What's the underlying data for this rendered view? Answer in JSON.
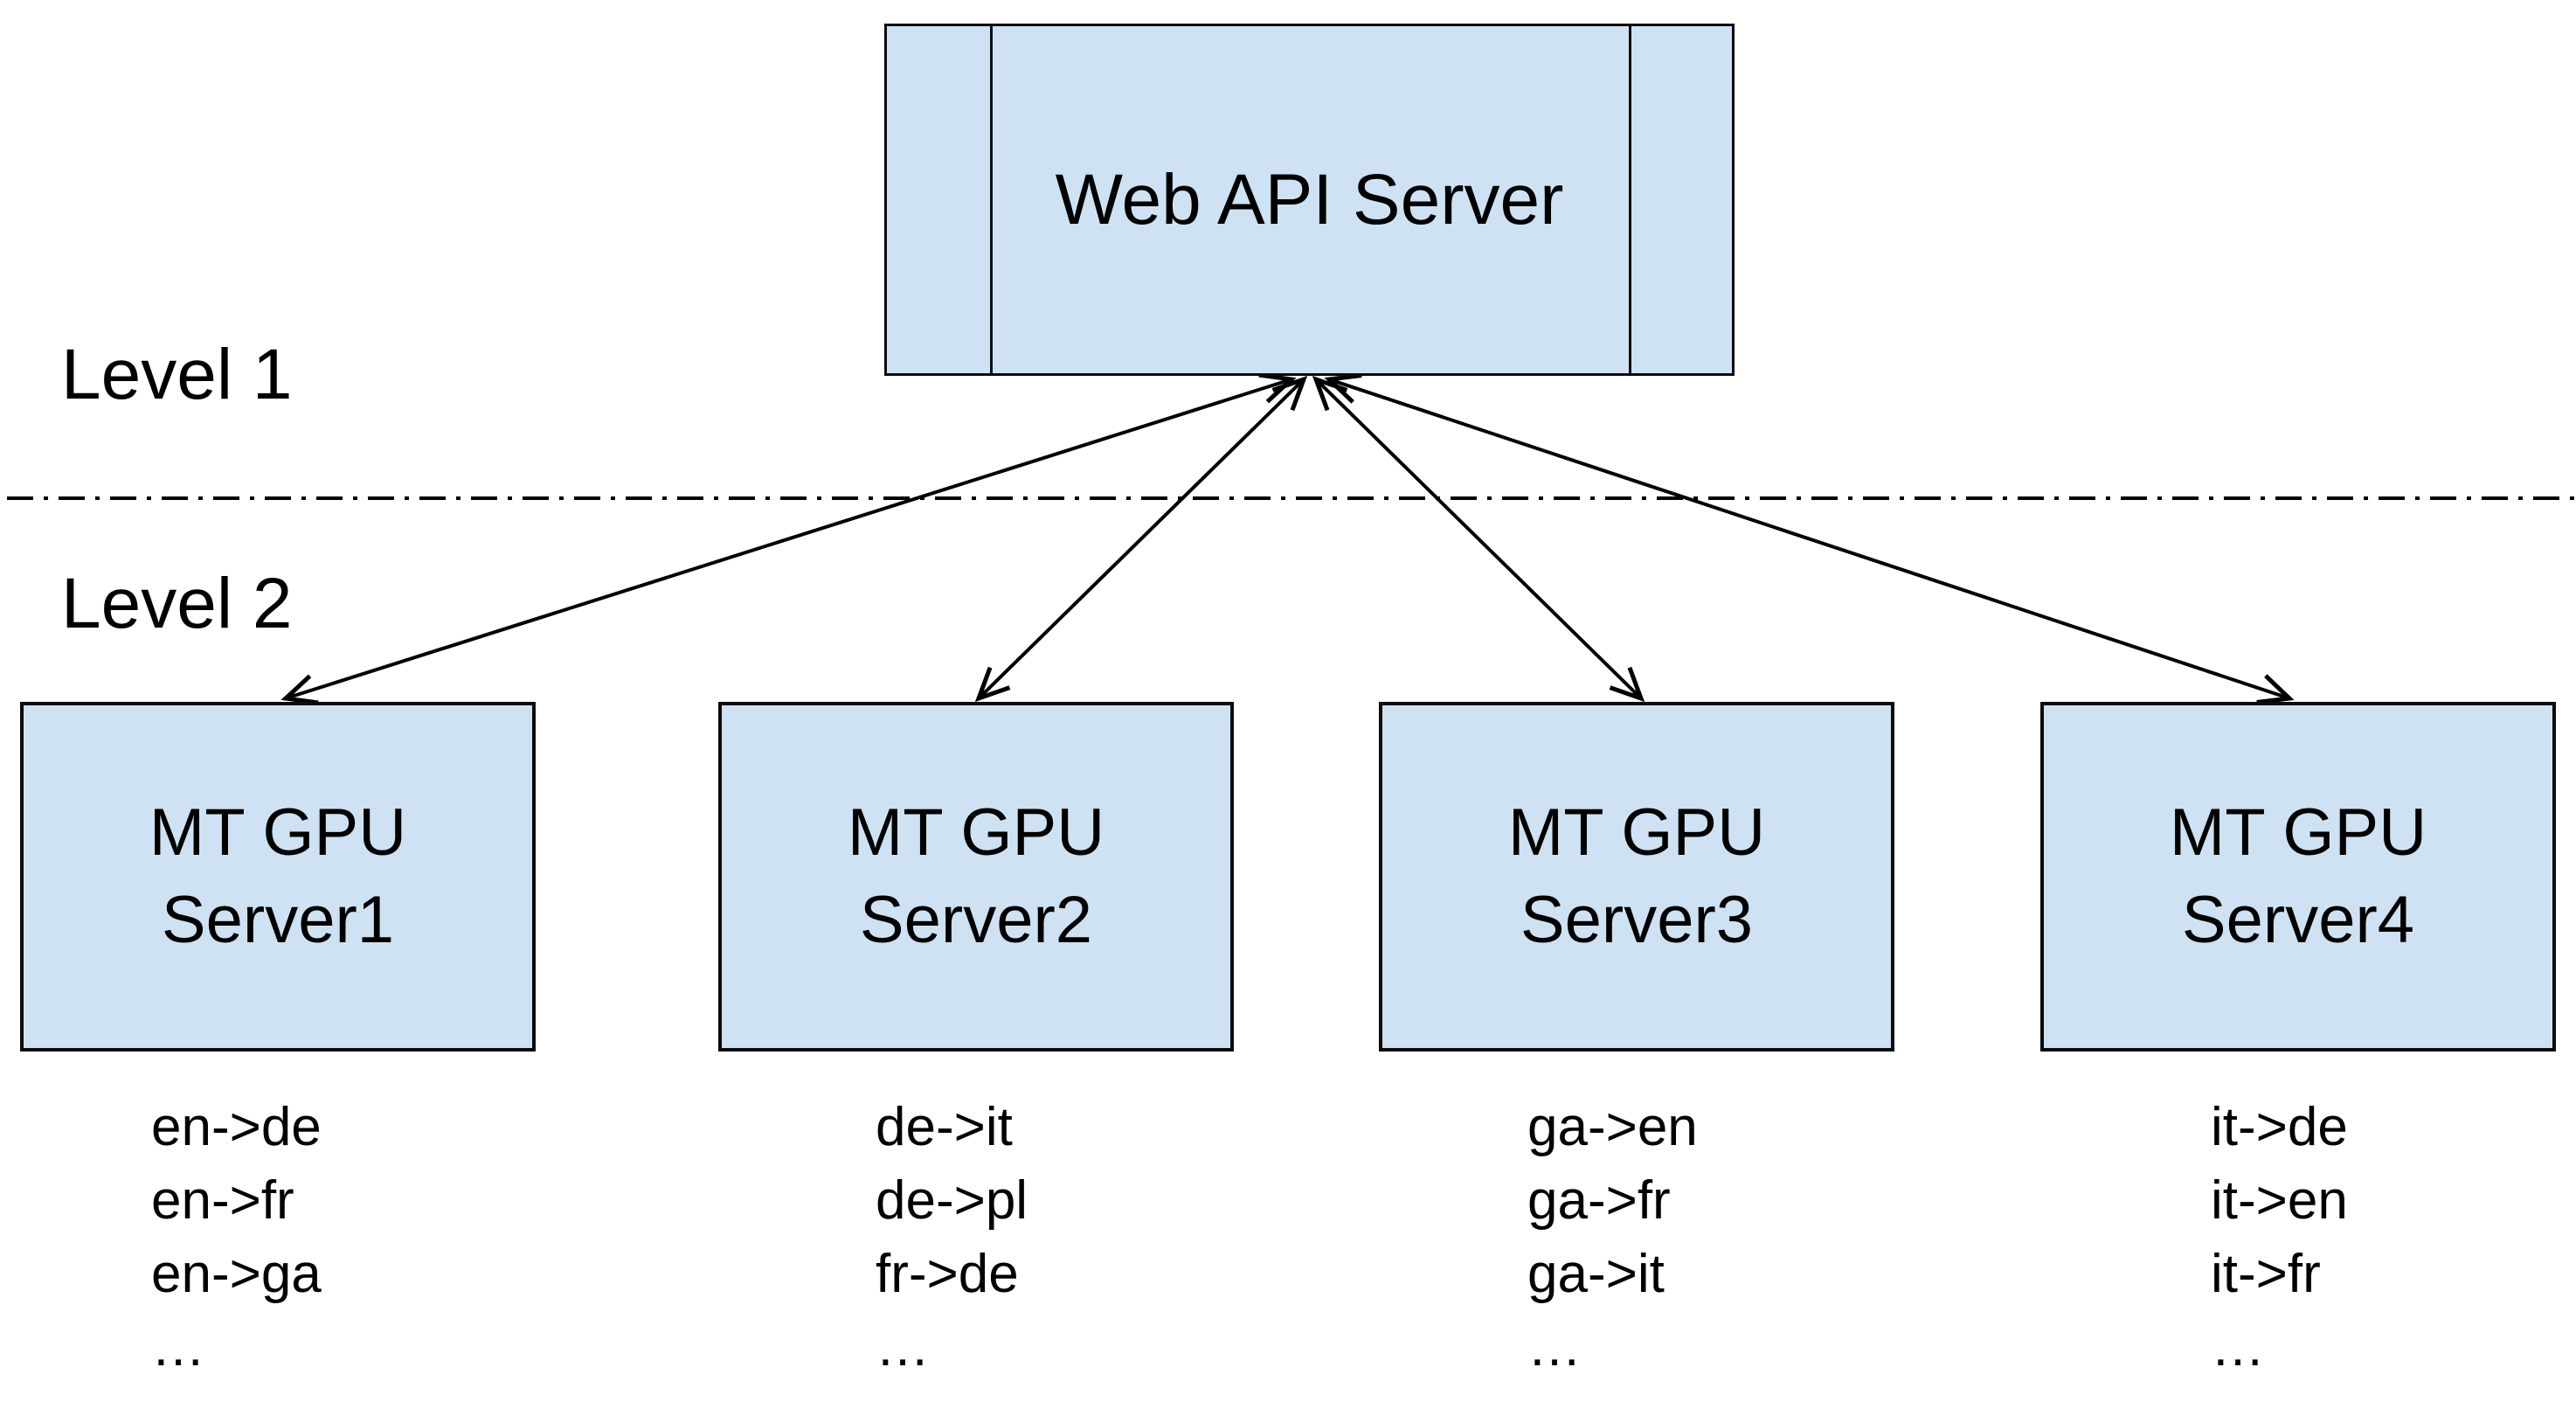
{
  "diagram": {
    "level_labels": {
      "level1": "Level 1",
      "level2": "Level 2"
    },
    "web_api_server": {
      "label": "Web API Server"
    },
    "servers": [
      {
        "title_line1": "MT GPU",
        "title_line2": "Server1",
        "pairs": [
          "en->de",
          "en->fr",
          "en->ga",
          "…"
        ]
      },
      {
        "title_line1": "MT GPU",
        "title_line2": "Server2",
        "pairs": [
          "de->it",
          "de->pl",
          "fr->de",
          "…"
        ]
      },
      {
        "title_line1": "MT GPU",
        "title_line2": "Server3",
        "pairs": [
          "ga->en",
          "ga->fr",
          "ga->it",
          "…"
        ]
      },
      {
        "title_line1": "MT GPU",
        "title_line2": "Server4",
        "pairs": [
          "it->de",
          "it->en",
          "it->fr",
          "…"
        ]
      }
    ]
  },
  "colors": {
    "box_fill": "#cfe2f3",
    "box_border": "#0b0b0b",
    "line": "#000000",
    "text": "#000000",
    "background": "#ffffff"
  }
}
